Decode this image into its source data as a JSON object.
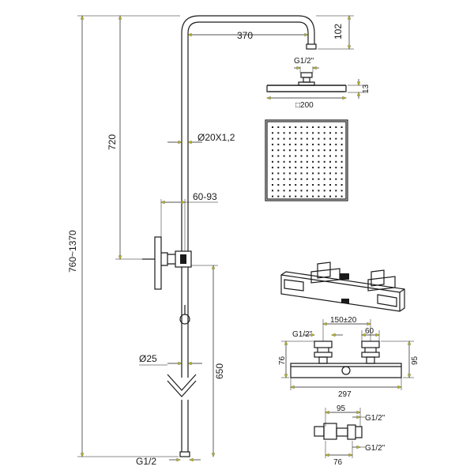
{
  "diagram": {
    "labels": {
      "arm_length": "370",
      "arm_drop": "102",
      "head_inlet": "G1/2\"",
      "head_thickness": "13",
      "head_size": "□200",
      "upper_height": "720",
      "pipe_diameter": "Ø20X1,2",
      "bracket_range": "60-93",
      "total_height": "760~1370",
      "lower_pipe_diameter": "Ø25",
      "lower_height": "650",
      "bottom_outlet": "G1/2",
      "mixer_inlet": "G1/2\"",
      "mixer_spacing": "150±20",
      "mixer_outlet_width": "60",
      "mixer_depth_left": "76",
      "mixer_depth_right": "95",
      "mixer_width": "297",
      "elbow_width": "95",
      "elbow_thread_top": "G1/2\"",
      "elbow_thread_bottom": "G1/2\"",
      "elbow_bottom": "76"
    }
  }
}
